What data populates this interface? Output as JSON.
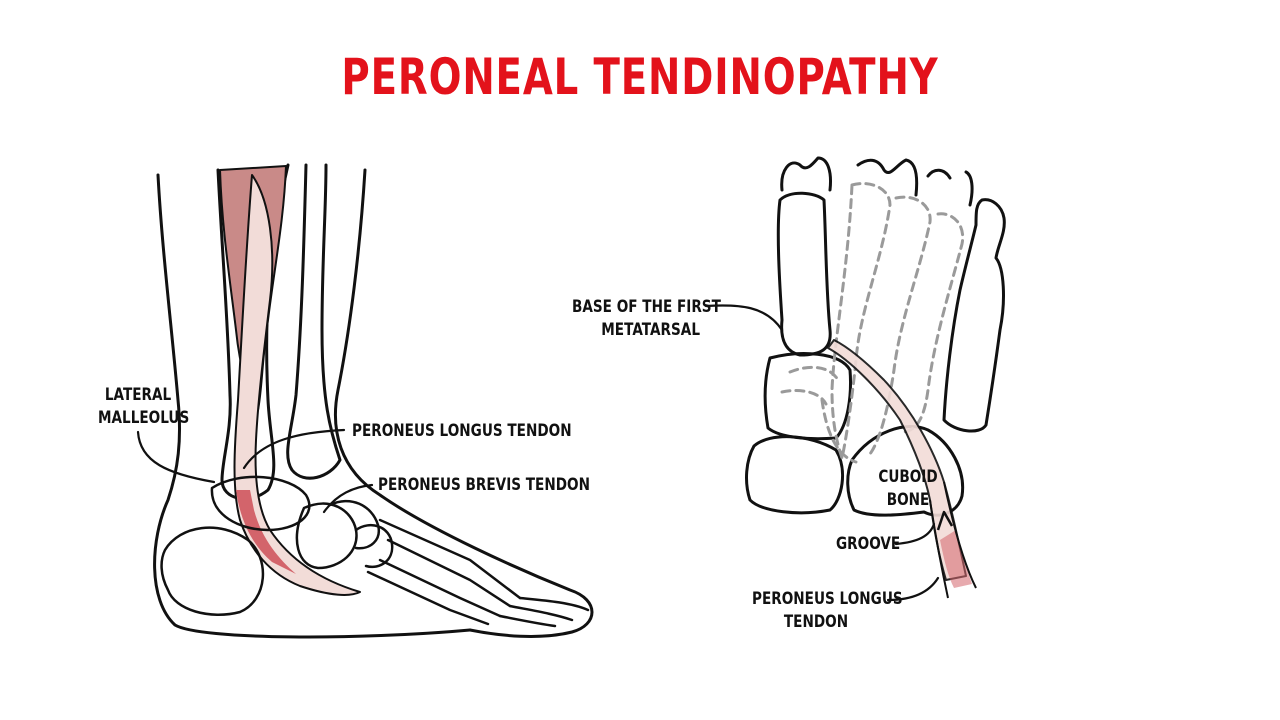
{
  "title": "PERONEAL TENDINOPATHY",
  "colors": {
    "title": "#e3121b",
    "outline": "#111111",
    "muscle": "#c98a88",
    "tendon_light": "#f2dcd8",
    "tendon_red": "#d3646b",
    "dashed": "#9a9a9a"
  },
  "left_figure": {
    "labels": {
      "lateral_malleolus": [
        "LATERAL",
        "MALLEOLUS"
      ],
      "peroneus_longus_tendon": "PERONEUS LONGUS TENDON",
      "peroneus_brevis_tendon": "PERONEUS BREVIS TENDON"
    }
  },
  "right_figure": {
    "labels": {
      "base_first_metatarsal": [
        "BASE OF THE FIRST",
        "METATARSAL"
      ],
      "cuboid_bone": [
        "CUBOID",
        "BONE"
      ],
      "groove": "GROOVE",
      "peroneus_longus_tendon": [
        "PERONEUS LONGUS",
        "TENDON"
      ]
    }
  }
}
